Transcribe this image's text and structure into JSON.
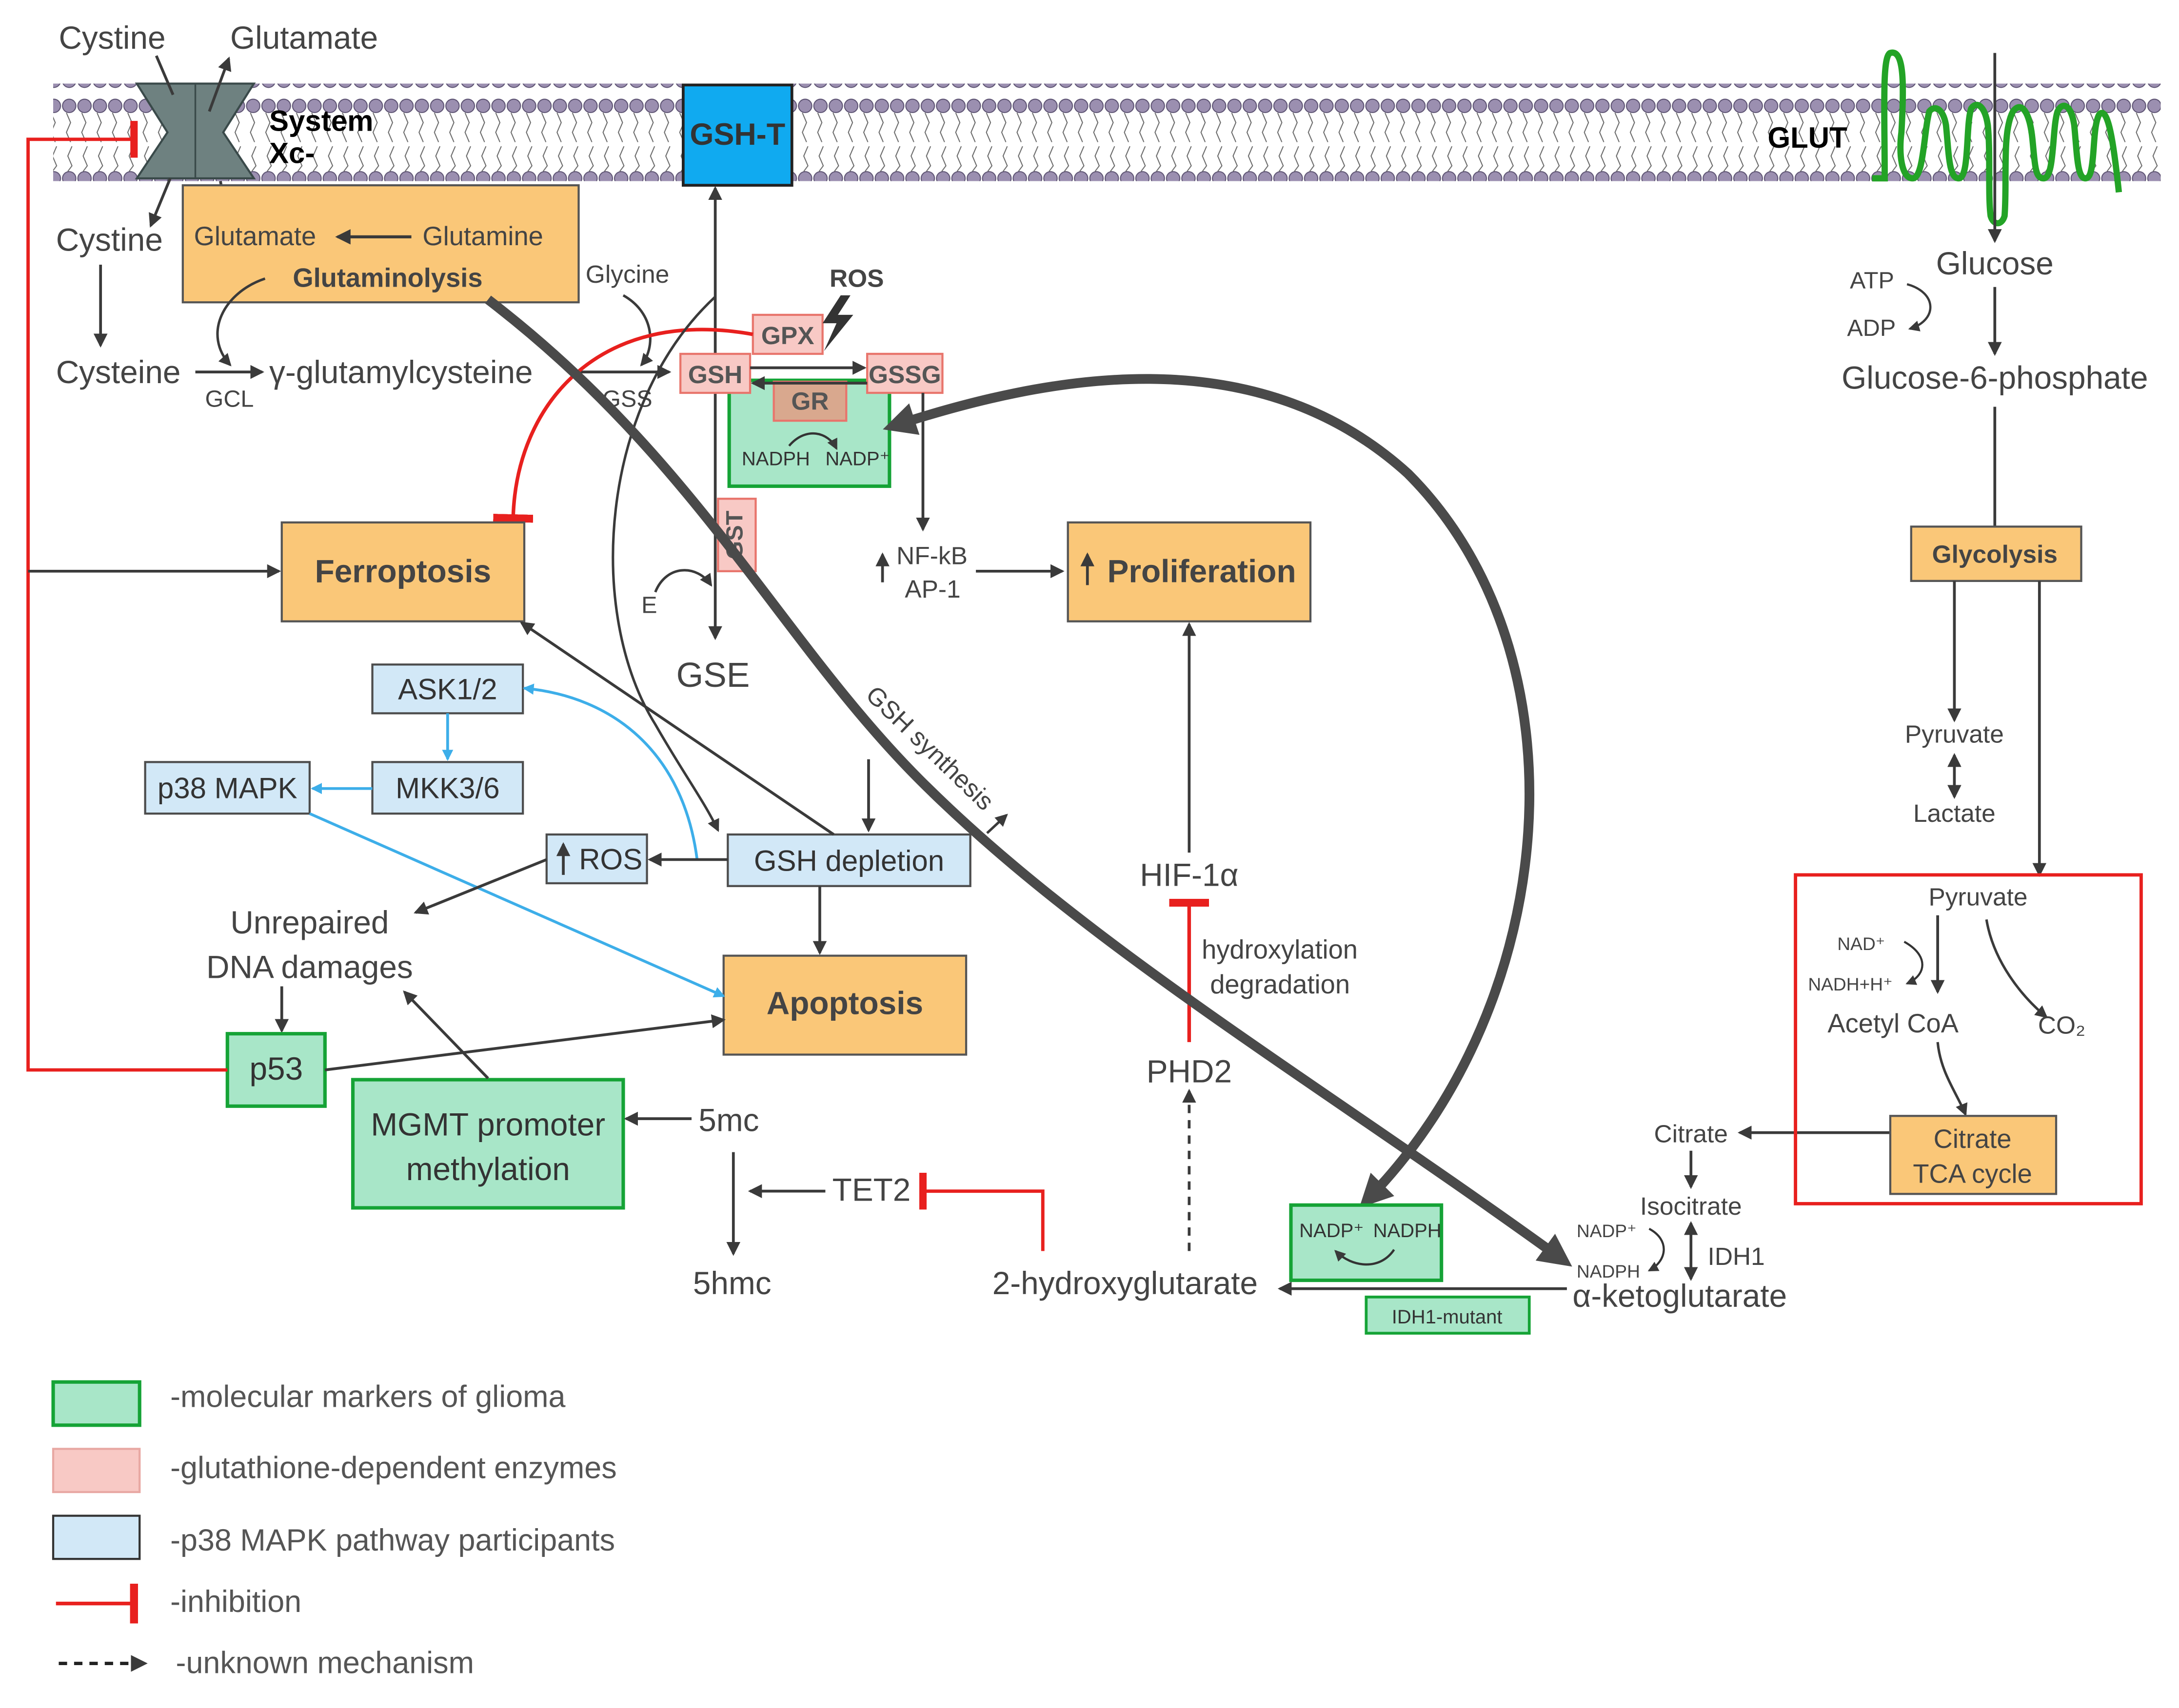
{
  "colors": {
    "marker_fill": "#a8e6c8",
    "marker_stroke": "#15a336",
    "enzyme_fill": "#f8c9c5",
    "enzyme_stroke": "#e8756c",
    "p38_fill": "#d2e8f7",
    "p38_stroke": "#4d4d4d",
    "process_fill": "#fac778",
    "inhibition": "#e8201e",
    "p38_arrow": "#3daee9",
    "arrow": "#3a3a3a",
    "gsh_t": "#10aaf0",
    "membrane_head": "#9b8fb0",
    "glut": "#23a326",
    "tca_border": "#e8201e",
    "transporter": "#6e8180"
  },
  "membrane": {
    "cystine_out": "Cystine",
    "glutamate_out": "Glutamate",
    "system_xc_line1": "System",
    "system_xc_line2": "Xc-",
    "gsh_t": "GSH-T",
    "glut": "GLUT"
  },
  "glutaminolysis": {
    "glutamate": "Glutamate",
    "glutamine": "Glutamine",
    "title": "Glutaminolysis"
  },
  "synthesis": {
    "cystine_in": "Cystine",
    "cysteine": "Cysteine",
    "gcl": "GCL",
    "gamma_glu_cys": "γ-glutamylcysteine",
    "glycine": "Glycine",
    "gss": "GSS",
    "ros_top": "ROS"
  },
  "glutathione": {
    "gpx": "GPX",
    "gsh": "GSH",
    "gssg": "GSSG",
    "gr": "GR",
    "nadph": "NADPH",
    "nadp_plus": "NADP⁺",
    "gst": "GST",
    "e": "E",
    "gse": "GSE"
  },
  "processes": {
    "ferroptosis": "Ferroptosis",
    "proliferation": "Proliferation",
    "apoptosis": "Apoptosis",
    "nfkb": "NF-kB",
    "ap1": "AP-1"
  },
  "p38": {
    "ask": "ASK1/2",
    "mkk": "MKK3/6",
    "p38mapk": "p38 MAPK",
    "ros": "ROS",
    "gsh_depletion": "GSH depletion"
  },
  "dna": {
    "line1": "Unrepaired",
    "line2": "DNA damages",
    "p53": "p53",
    "mgmt_line1": "MGMT promoter",
    "mgmt_line2": "methylation",
    "fivemc": "5mc",
    "fivehmc": "5hmc",
    "tet2": "TET2"
  },
  "hif": {
    "hif1a": "HIF-1α",
    "hydroxylation": "hydroxylation",
    "degradation": "degradation",
    "phd2": "PHD2",
    "gsh_synthesis": "GSH synthesis"
  },
  "idh": {
    "two_hg": "2-hydroxyglutarate",
    "nadp_plus": "NADP⁺",
    "nadph": "NADPH",
    "idh1_mutant": "IDH1-mutant",
    "akg": "α-ketoglutarate",
    "idh1": "IDH1",
    "isocitrate": "Isocitrate",
    "nadp_plus_small": "NADP⁺",
    "nadph_small": "NADPH",
    "citrate": "Citrate"
  },
  "metabolism": {
    "glucose": "Glucose",
    "atp": "ATP",
    "adp": "ADP",
    "g6p": "Glucose-6-phosphate",
    "glycolysis": "Glycolysis",
    "pyruvate1": "Pyruvate",
    "lactate": "Lactate",
    "pyruvate2": "Pyruvate",
    "nad_plus": "NAD⁺",
    "nadh": "NADH+H⁺",
    "acetyl_coa": "Acetyl CoA",
    "co2": "CO₂",
    "citrate_tca_line1": "Citrate",
    "citrate_tca_line2": "TCA cycle"
  },
  "legend": {
    "markers": "-molecular markers of glioma",
    "enzymes": "-glutathione-dependent enzymes",
    "p38": "-p38 MAPK pathway participants",
    "inhibition": "-inhibition",
    "unknown": "-unknown mechanism"
  }
}
